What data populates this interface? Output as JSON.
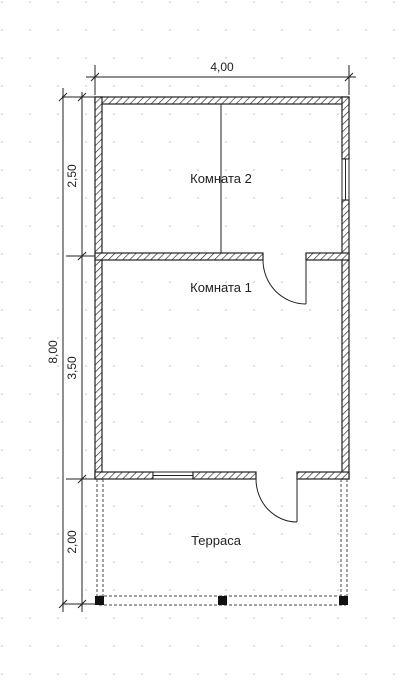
{
  "rooms": {
    "room2": "Комната 2",
    "room1": "Комната 1",
    "terrace": "Терраса"
  },
  "dimensions": {
    "width": "4,00",
    "total_height": "8,00",
    "room2_height": "2,50",
    "room1_height": "3,50",
    "terrace_height": "2,00"
  }
}
